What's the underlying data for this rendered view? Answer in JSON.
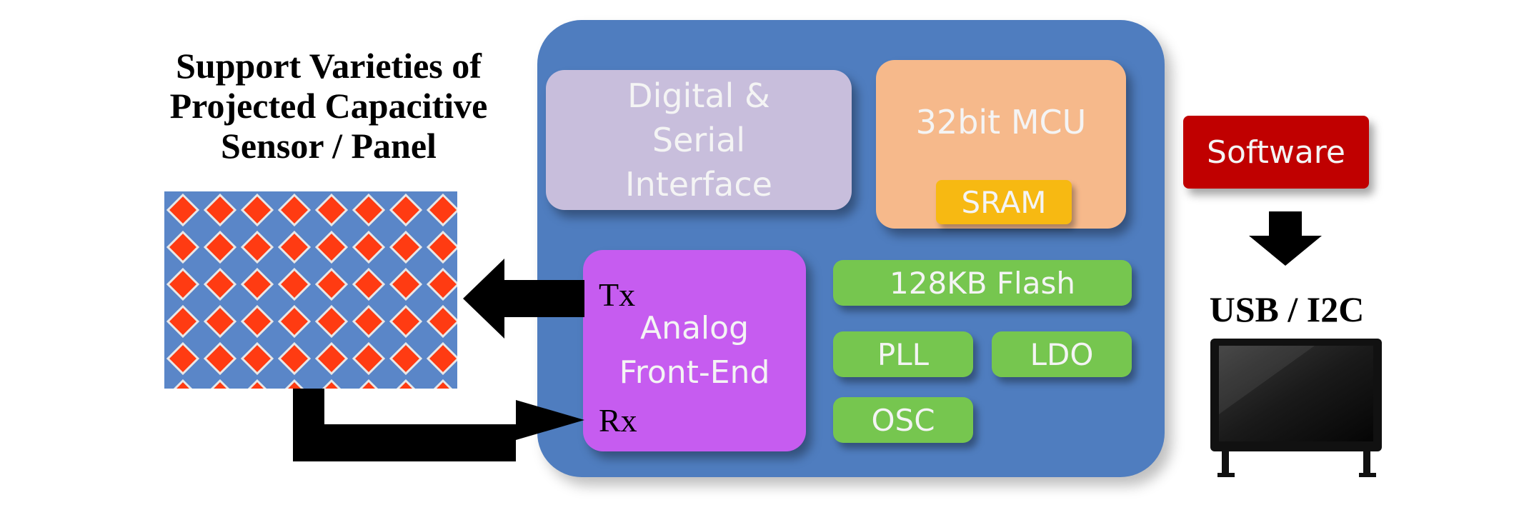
{
  "panel_title": {
    "line1": "Support Varieties of",
    "line2": "Projected Capacitive",
    "line3": "Sensor / Panel"
  },
  "chip": {
    "digital_interface": "Digital & Serial Interface",
    "mcu": "32bit MCU",
    "sram": "SRAM",
    "afe": "Analog Front-End",
    "tx": "Tx",
    "rx": "Rx",
    "flash": "128KB Flash",
    "pll": "PLL",
    "ldo": "LDO",
    "osc": "OSC"
  },
  "host": {
    "software": "Software",
    "interface": "USB / I2C"
  },
  "colors": {
    "chip_body": "#4f7dbf",
    "digital_block": "#c8bedc",
    "mcu_block": "#f6b98b",
    "sram_block": "#f7b912",
    "afe_block": "#c65cf0",
    "small_blocks": "#76c64f",
    "software_box": "#c00000",
    "sensor_blue": "#5a86c8",
    "sensor_red": "#ff3b12"
  }
}
